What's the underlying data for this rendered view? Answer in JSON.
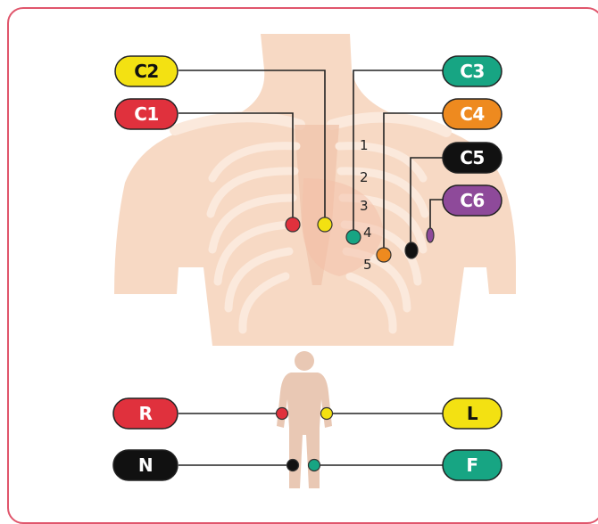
{
  "chest_leads": [
    {
      "id": "c1",
      "label": "C1",
      "color": "#e0313d",
      "text_color": "#ffffff"
    },
    {
      "id": "c2",
      "label": "C2",
      "color": "#f3e112",
      "text_color": "#111111"
    },
    {
      "id": "c3",
      "label": "C3",
      "color": "#17a583",
      "text_color": "#ffffff"
    },
    {
      "id": "c4",
      "label": "C4",
      "color": "#ee8a1f",
      "text_color": "#ffffff"
    },
    {
      "id": "c5",
      "label": "C5",
      "color": "#111111",
      "text_color": "#ffffff"
    },
    {
      "id": "c6",
      "label": "C6",
      "color": "#8e4a9a",
      "text_color": "#ffffff"
    }
  ],
  "intercostal_numbers": [
    "1",
    "2",
    "3",
    "4",
    "5"
  ],
  "limb_leads": [
    {
      "id": "r",
      "label": "R",
      "color": "#e0313d",
      "text_color": "#ffffff"
    },
    {
      "id": "l",
      "label": "L",
      "color": "#f3e112",
      "text_color": "#111111"
    },
    {
      "id": "n",
      "label": "N",
      "color": "#111111",
      "text_color": "#ffffff"
    },
    {
      "id": "f",
      "label": "F",
      "color": "#17a583",
      "text_color": "#ffffff"
    }
  ],
  "colors": {
    "frame": "#e0566c",
    "skin": "#f7d9c4",
    "bone": "#fbe9dc",
    "figure": "#e9c8b4",
    "wire": "#222222"
  }
}
